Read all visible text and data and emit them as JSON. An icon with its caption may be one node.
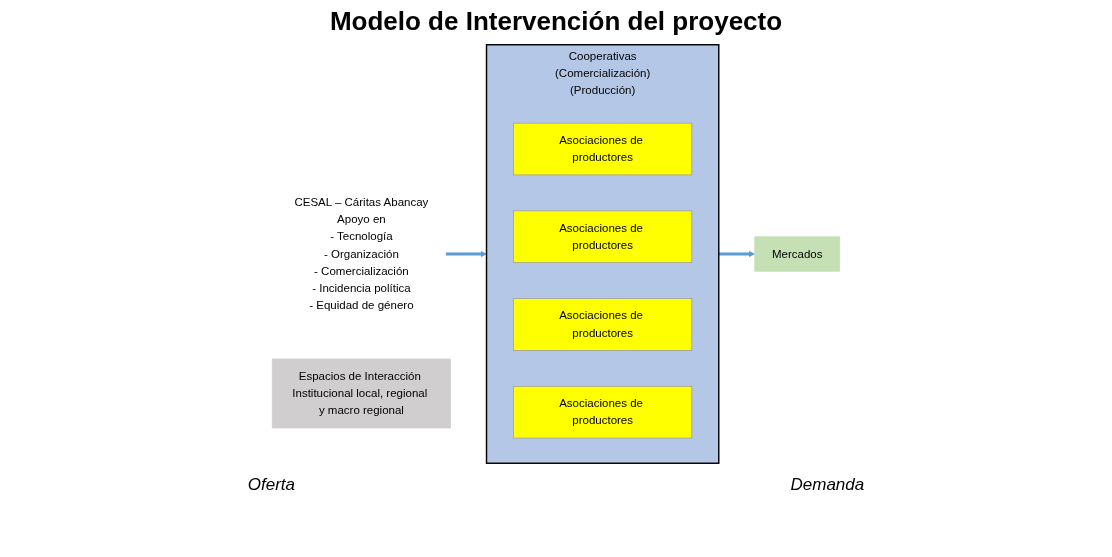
{
  "diagram": {
    "title": "Modelo de Intervención del proyecto",
    "nodes": [
      {
        "text": [
          "CESAL – Cáritas Abancay",
          "Apoyo en",
          "- Tecnología",
          "- Organización",
          "- Comercialización",
          "- Incidencia política",
          "- Equidad de género"
        ]
      },
      {
        "text": [
          "Cooperativas",
          "(Comercialización)",
          "(Producción)"
        ]
      },
      {
        "text": [
          "Asociaciones de productores"
        ],
        "in": 1
      },
      {
        "text": [
          "Asociaciones de productores"
        ],
        "in": 1
      },
      {
        "text": [
          "Asociaciones de productores"
        ],
        "in": 1
      },
      {
        "text": [
          "Asociaciones de productores"
        ],
        "in": 1
      },
      {
        "text": [
          "Mercados"
        ]
      },
      {
        "text": [
          "Espacios de Interacción Institucional local, regional y macro regional"
        ]
      }
    ],
    "edges": [
      {
        "from": 0,
        "to": 1,
        "arrow": "to"
      },
      {
        "from": 1,
        "to": 6,
        "arrow": "to"
      }
    ],
    "labels": [
      "Oferta",
      "Demanda"
    ]
  }
}
